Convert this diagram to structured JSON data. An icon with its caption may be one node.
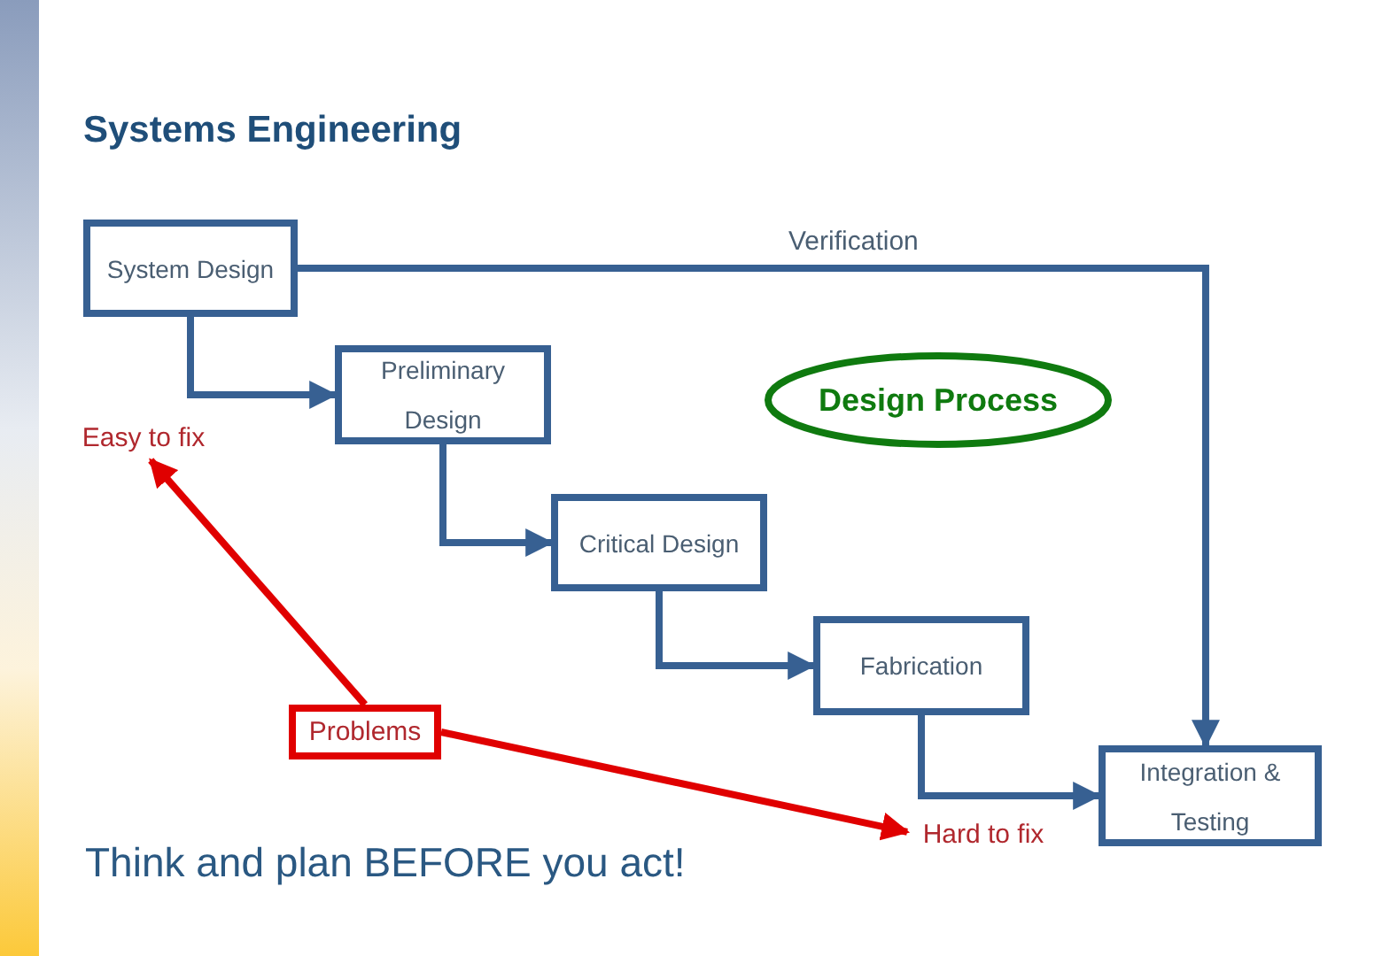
{
  "diagram": {
    "title": "Systems Engineering",
    "nodes": [
      {
        "text": [
          "System Design"
        ]
      },
      {
        "text": [
          "Preliminary Design"
        ]
      },
      {
        "text": [
          "Critical Design"
        ]
      },
      {
        "text": [
          "Fabrication"
        ]
      },
      {
        "text": [
          "Integration & Testing"
        ]
      },
      {
        "text": [
          "Design Process"
        ]
      },
      {
        "text": [
          "Easy to fix"
        ]
      },
      {
        "text": [
          "Problems"
        ]
      },
      {
        "text": [
          "Hard to fix"
        ]
      }
    ],
    "edges": [
      {
        "from": 0,
        "to": 1,
        "arrow": "to"
      },
      {
        "from": 1,
        "to": 2,
        "arrow": "to"
      },
      {
        "from": 2,
        "to": 3,
        "arrow": "to"
      },
      {
        "from": 3,
        "to": 4,
        "arrow": "to"
      },
      {
        "from": 0,
        "to": 4,
        "arrow": "to",
        "label": "Verification"
      },
      {
        "from": 7,
        "to": 6,
        "arrow": "to",
        "color": "#e00000"
      },
      {
        "from": 7,
        "to": 8,
        "arrow": "to",
        "color": "#e00000"
      }
    ],
    "labels": [
      "Think and plan BEFORE you act!"
    ]
  }
}
